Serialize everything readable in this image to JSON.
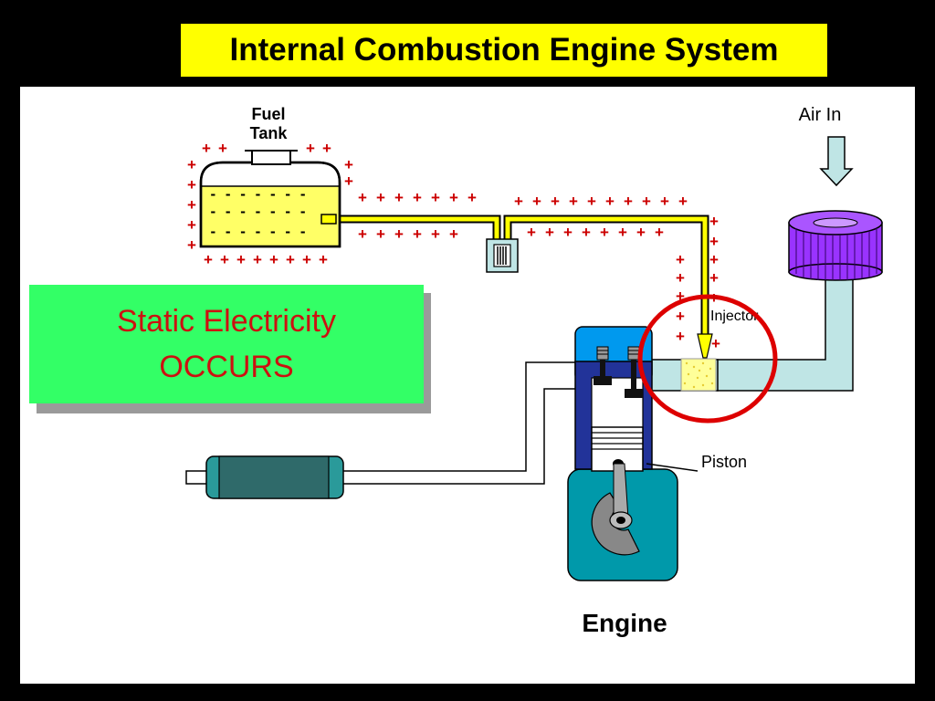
{
  "title": "Internal Combustion Engine System",
  "labels": {
    "fuel_tank_line1": "Fuel",
    "fuel_tank_line2": "Tank",
    "air_in": "Air In",
    "injector": "Injector",
    "piston": "Piston",
    "engine": "Engine"
  },
  "callout": {
    "line1": "Static Electricity",
    "line2": "OCCURS"
  },
  "charges": {
    "positive": "+",
    "negative": "-"
  },
  "colors": {
    "title_bg": "#ffff00",
    "callout_bg": "#33ff66",
    "callout_text": "#cc1111",
    "charge_positive": "#cc0000",
    "fuel": "#ffff66",
    "fuel_line": "#ffff00",
    "air_pipe": "#bfe5e5",
    "air_filter": "#9933ff",
    "engine_block": "#0099aa",
    "cylinder_head": "#0099ee",
    "cylinder": "#223399",
    "highlight_circle": "#dd0000"
  }
}
